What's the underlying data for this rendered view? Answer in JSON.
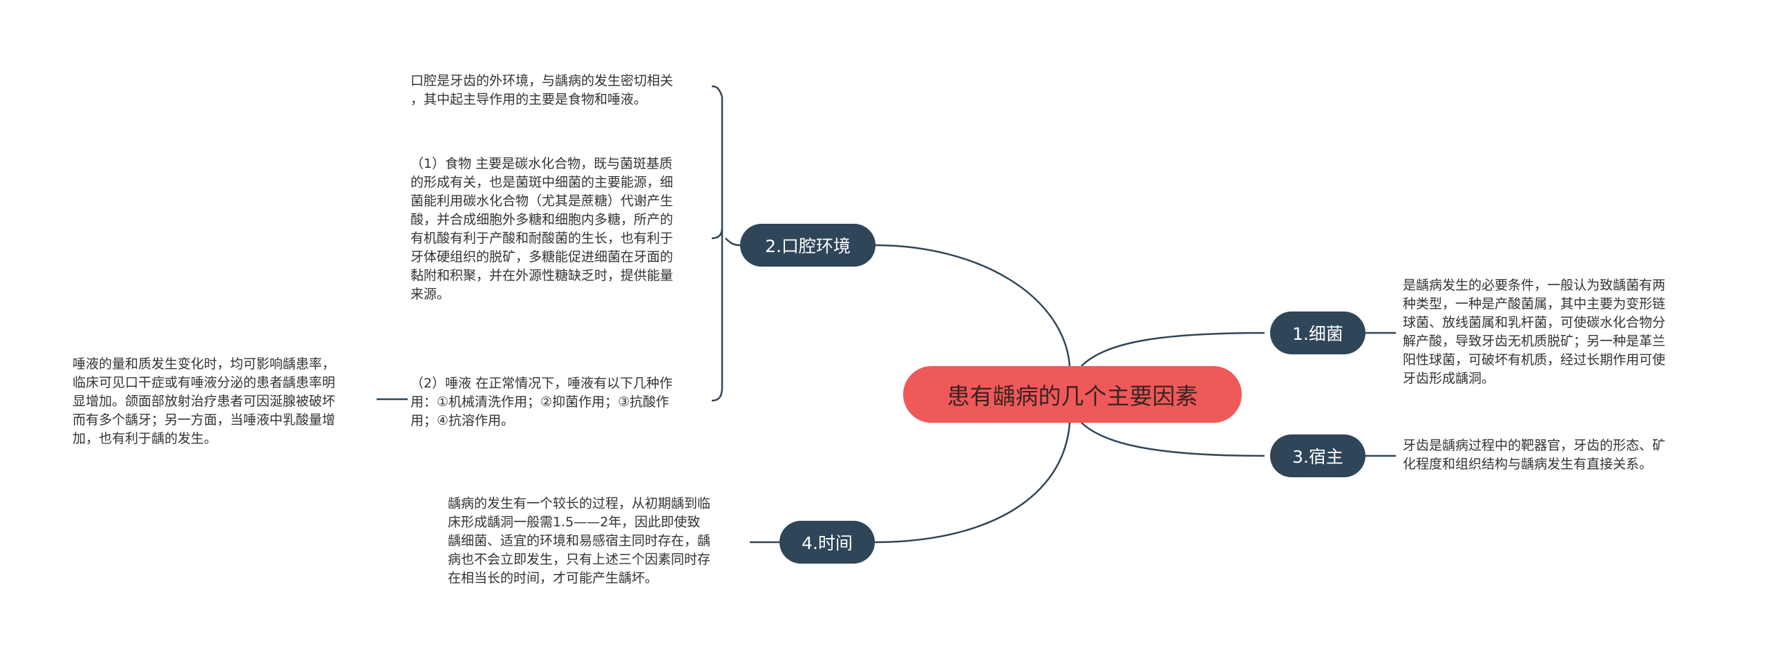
{
  "mindmap": {
    "center": {
      "label": "患有龋病的几个主要因素",
      "color": "#f0595a"
    },
    "branch_color": "#2f4558",
    "branches": [
      {
        "label": "1.细菌",
        "notes": [
          "是龋病发生的必要条件，一般认为致龋菌有两\n种类型，一种是产酸菌属，其中主要为变形链\n球菌、放线菌属和乳杆菌，可使碳水化合物分\n解产酸，导致牙齿无机质脱矿；另一种是革兰\n阳性球菌，可破坏有机质，经过长期作用可使\n牙齿形成龋洞。"
        ]
      },
      {
        "label": "2.口腔环境",
        "notes": [
          "口腔是牙齿的外环境，与龋病的发生密切相关\n，其中起主导作用的主要是食物和唾液。",
          "（1）食物 主要是碳水化合物，既与菌斑基质\n的形成有关，也是菌斑中细菌的主要能源，细\n菌能利用碳水化合物（尤其是蔗糖）代谢产生\n酸，并合成细胞外多糖和细胞内多糖，所产的\n有机酸有利于产酸和耐酸菌的生长，也有利于\n牙体硬组织的脱矿，多糖能促进细菌在牙面的\n黏附和积聚，并在外源性糖缺乏时，提供能量\n来源。",
          "（2）唾液 在正常情况下，唾液有以下几种作\n用：①机械清洗作用；②抑菌作用；③抗酸作\n用；④抗溶作用。"
        ],
        "sub_note": "唾液的量和质发生变化时，均可影响龋患率，\n临床可见口干症或有唾液分泌的患者龋患率明\n显增加。颌面部放射治疗患者可因涎腺被破坏\n而有多个龋牙；另一方面，当唾液中乳酸量增\n加，也有利于龋的发生。"
      },
      {
        "label": "3.宿主",
        "notes": [
          "牙齿是龋病过程中的靶器官，牙齿的形态、矿\n化程度和组织结构与龋病发生有直接关系。"
        ]
      },
      {
        "label": "4.时间",
        "notes": [
          "龋病的发生有一个较长的过程，从初期龋到临\n床形成龋洞一般需1.5——2年，因此即使致\n龋细菌、适宜的环境和易感宿主同时存在，龋\n病也不会立即发生，只有上述三个因素同时存\n在相当长的时间，才可能产生龋坏。"
        ]
      }
    ]
  }
}
